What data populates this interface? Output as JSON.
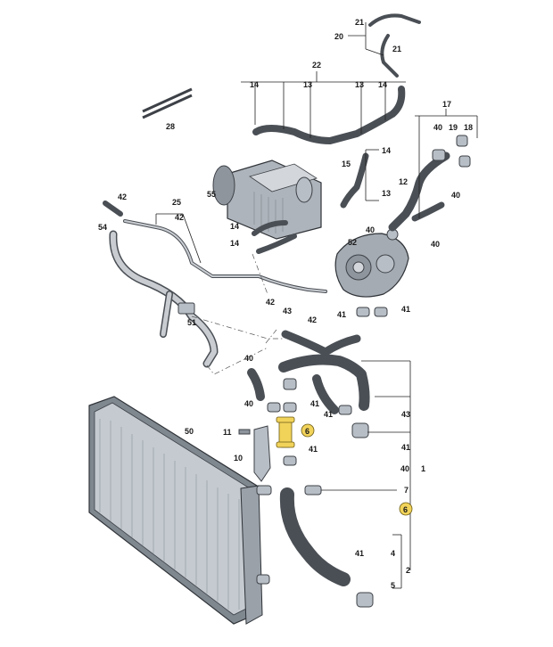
{
  "callouts": {
    "c1": "1",
    "c2": "2",
    "c4": "4",
    "c5": "5",
    "c6a": "6",
    "c6b": "6",
    "c7": "7",
    "c10": "10",
    "c11": "11",
    "c12": "12",
    "c13a": "13",
    "c13b": "13",
    "c13c": "13",
    "c14a": "14",
    "c14b": "14",
    "c14c": "14",
    "c14d": "14",
    "c14e": "14",
    "c15": "15",
    "c17": "17",
    "c18": "18",
    "c19": "19",
    "c20": "20",
    "c21a": "21",
    "c21b": "21",
    "c22": "22",
    "c25": "25",
    "c28": "28",
    "c40a": "40",
    "c40b": "40",
    "c40c": "40",
    "c40d": "40",
    "c40e": "40",
    "c40f": "40",
    "c40g": "40",
    "c41a": "41",
    "c41b": "41",
    "c41c": "41",
    "c41d": "41",
    "c41e": "41",
    "c41f": "41",
    "c42a": "42",
    "c42b": "42",
    "c42c": "42",
    "c42d": "42",
    "c43a": "43",
    "c43b": "43",
    "c50": "50",
    "c51": "51",
    "c52": "52",
    "c54": "54",
    "c55": "55"
  },
  "colors": {
    "highlight": "#f2d35a",
    "part_fill": "#b8bec5",
    "line": "#222222"
  }
}
